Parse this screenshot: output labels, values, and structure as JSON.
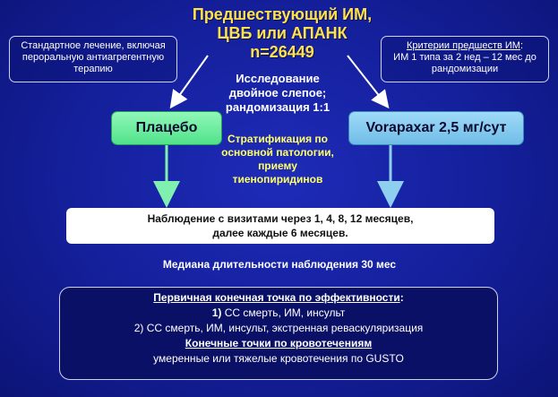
{
  "title": {
    "line1": "Предшествующий ИМ,",
    "line2": "ЦВБ или АПАНК",
    "line3": "n=26449"
  },
  "left_note": "Стандартное лечение, включая пероральную антиагрегентную терапию",
  "right_note": {
    "heading": "Критерии предшеств ИМ",
    "colon": ":",
    "text": "ИМ 1 типа за 2 нед – 12 мес до рандомизации"
  },
  "study": {
    "line1": "Исследование",
    "line2": "двойное слепое;",
    "line3": "рандомизация 1:1"
  },
  "arms": {
    "left": "Плацебо",
    "right": "Vorapaxar 2,5 мг/сут"
  },
  "stratification": {
    "line1": "Стратификация по",
    "line2": "основной патологии,",
    "line3": "приему",
    "line4": "тиенопиридинов"
  },
  "followup": {
    "line1": "Наблюдение с визитами через 1, 4, 8, 12 месяцев,",
    "line2": "далее каждые 6 месяцев."
  },
  "median": "Медиана длительности наблюдения 30 мес",
  "endpoints": {
    "efficacy_heading": "Первичная конечная точка по эффективности",
    "efficacy_colon": ":",
    "item1_num": "1)",
    "item1_text": " СС смерть, ИМ, инсульт",
    "item2": "2) СС смерть, ИМ, инсульт, экстренная реваскуляризация",
    "bleeding_heading": "Конечные точки по кровотечениям",
    "bleeding_text": "умеренные или тяжелые кровотечения по GUSTO"
  },
  "colors": {
    "title": "#ffe24a",
    "stratification": "#ffff66",
    "placebo_arm": "#6ef0a0",
    "vorapaxar_arm": "#86cdf2",
    "background": "#1a27aa"
  }
}
